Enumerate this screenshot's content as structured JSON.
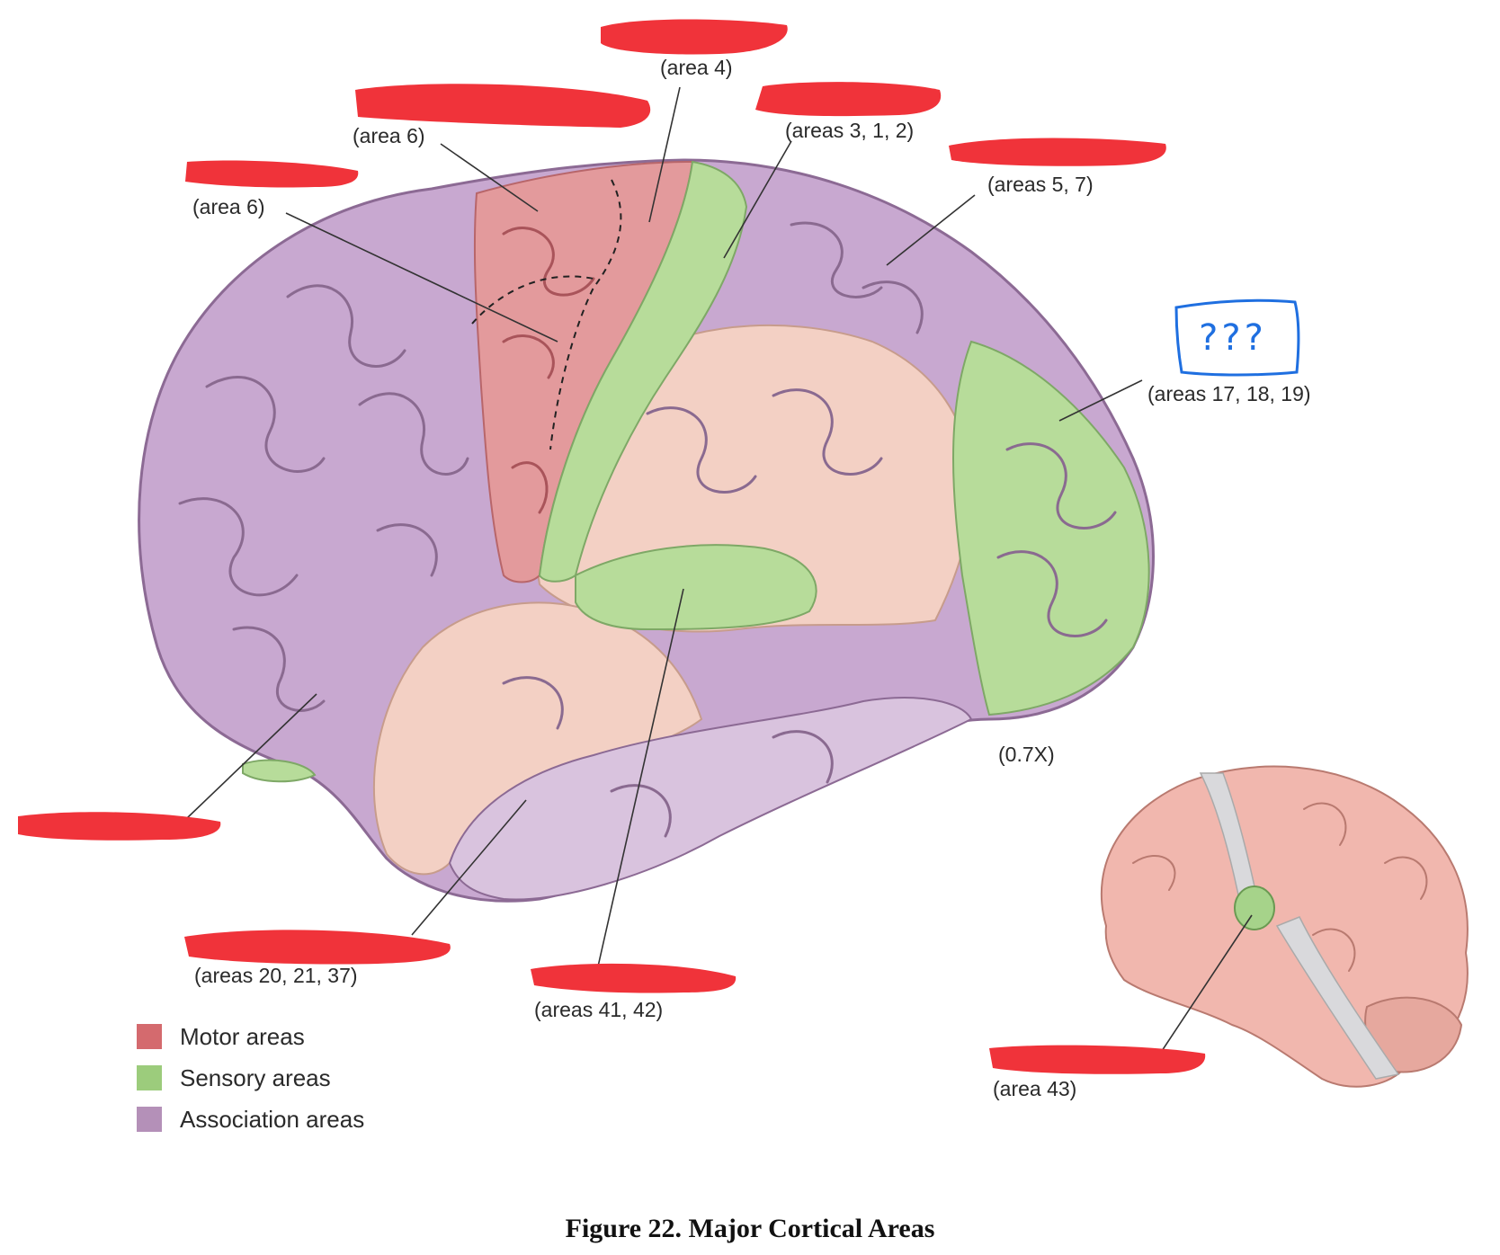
{
  "labels": {
    "premotor": "(area 6)",
    "supplementary": "(area 6)",
    "primary_motor": "(area 4)",
    "somatosensory": "(areas 3, 1, 2)",
    "parietal_assoc": "(areas 5, 7)",
    "visual": "(areas 17, 18, 19)",
    "temporal": "(areas 20, 21, 37)",
    "auditory": "(areas 41, 42)",
    "gustatory": "(area 43)",
    "scale": "(0.7X)",
    "question": "???"
  },
  "legend": [
    {
      "label": "Motor areas",
      "color": "#d46a6e"
    },
    {
      "label": "Sensory areas",
      "color": "#9ccc7c"
    },
    {
      "label": "Association areas",
      "color": "#b490b8"
    }
  ],
  "caption": "Figure 22.  Major Cortical Areas",
  "colors": {
    "motor": "#e39a9c",
    "sensory": "#b7dc9a",
    "association": "#c8a8d0",
    "assoc_light": "#f3d0c4",
    "redaction": "#f0333a",
    "leader": "#333333",
    "question_box": "#1f6fe0"
  }
}
